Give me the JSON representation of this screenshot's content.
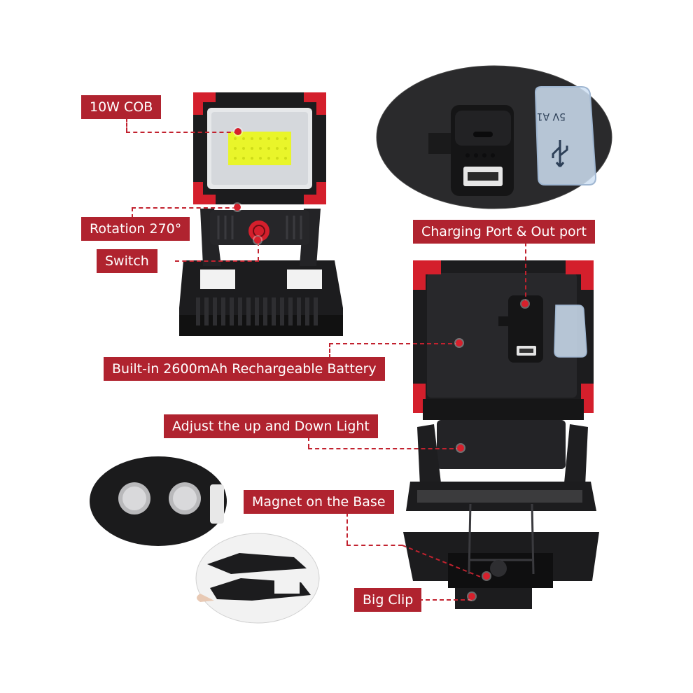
{
  "labels": {
    "cob": "10W COB",
    "rotation": "Rotation 270°",
    "switch": "Switch",
    "charging": "Charging Port & Out port",
    "battery": "Built-in 2600mAh Rechargeable Battery",
    "adjust": "Adjust the up and Down Light",
    "magnet": "Magnet on the Base",
    "clip": "Big Clip"
  },
  "colors": {
    "label_bg": "#b0232f",
    "label_text": "#ffffff",
    "housing": "#1c1c1e",
    "accent_red": "#d41f2c",
    "cob_led": "#e9f52a",
    "background": "#ffffff"
  }
}
